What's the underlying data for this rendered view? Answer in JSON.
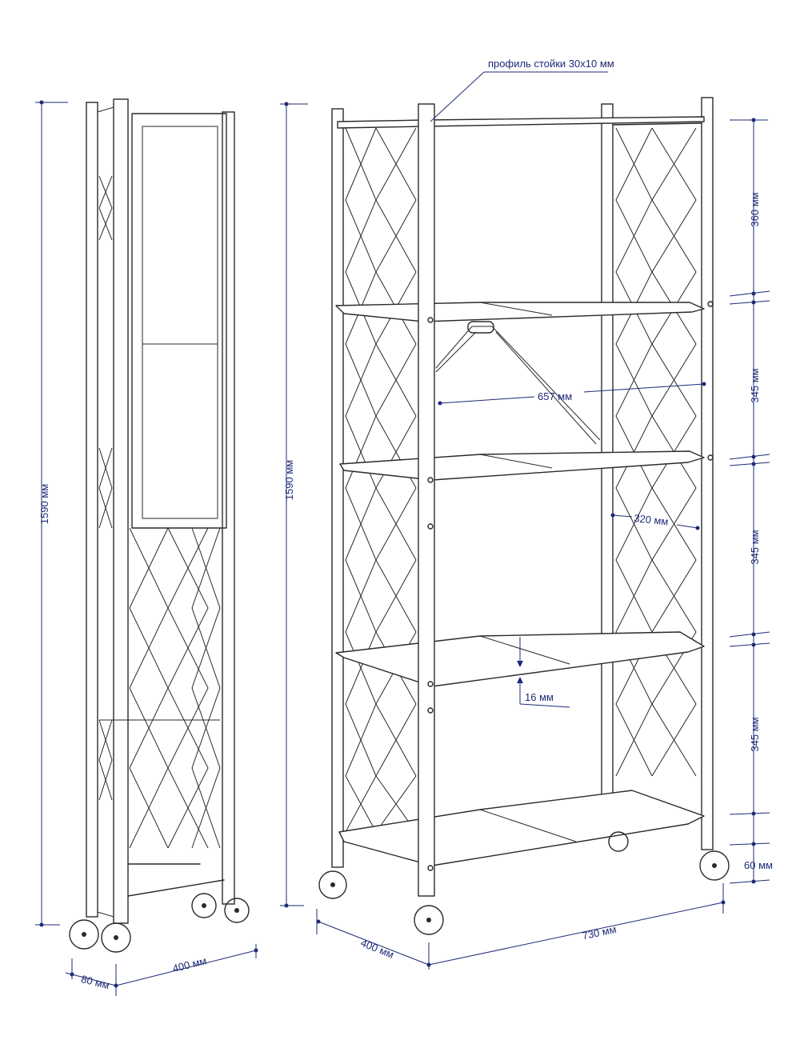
{
  "diagram": {
    "labels": {
      "profile": "профиль стойки  30x10 мм",
      "height_left": "1590 мм",
      "height_mid": "1590 мм",
      "tier1": "360 мм",
      "tier2": "345 мм",
      "tier3": "345 мм",
      "tier4": "345 мм",
      "wheel": "60 мм",
      "width_inner": "657 мм",
      "depth_inner": "320 мм",
      "thickness": "16 мм",
      "depth_right": "400 мм",
      "width_right": "730 мм",
      "depth_left": "400 мм",
      "folded": "80 мм"
    },
    "colors": {
      "dimension": "#1d2a78",
      "line": "#2a2a2a"
    }
  }
}
